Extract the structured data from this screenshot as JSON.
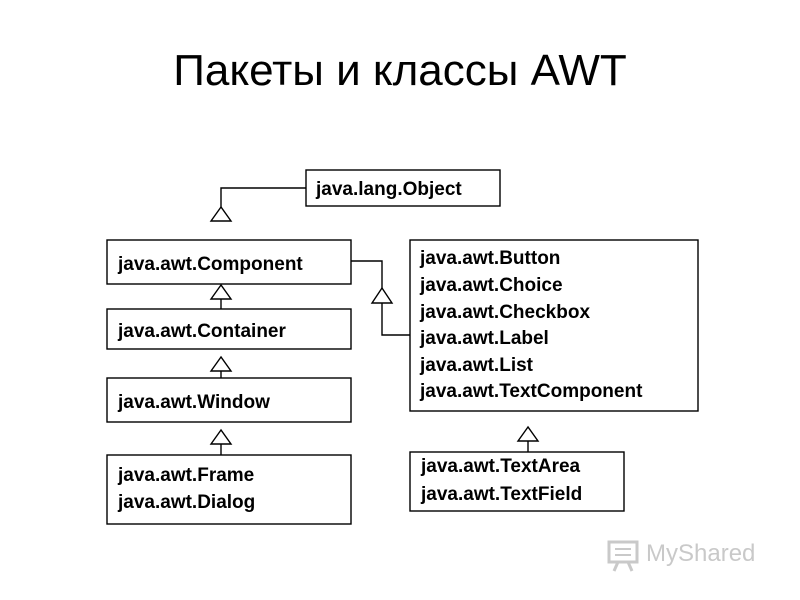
{
  "title": "Пакеты и классы AWT",
  "classes": {
    "object": "java.lang.Object",
    "component": "java.awt.Component",
    "container": "java.awt.Container",
    "window": "java.awt.Window",
    "frame": "java.awt.Frame",
    "dialog": "java.awt.Dialog",
    "button": "java.awt.Button",
    "choice": "java.awt.Choice",
    "checkbox": "java.awt.Checkbox",
    "label": "java.awt.Label",
    "list": "java.awt.List",
    "text_component": "java.awt.TextComponent",
    "text_area": "java.awt.TextArea",
    "text_field": "java.awt.TextField"
  },
  "watermark": {
    "icon": "presentation-board-icon",
    "text": "MyShared"
  }
}
